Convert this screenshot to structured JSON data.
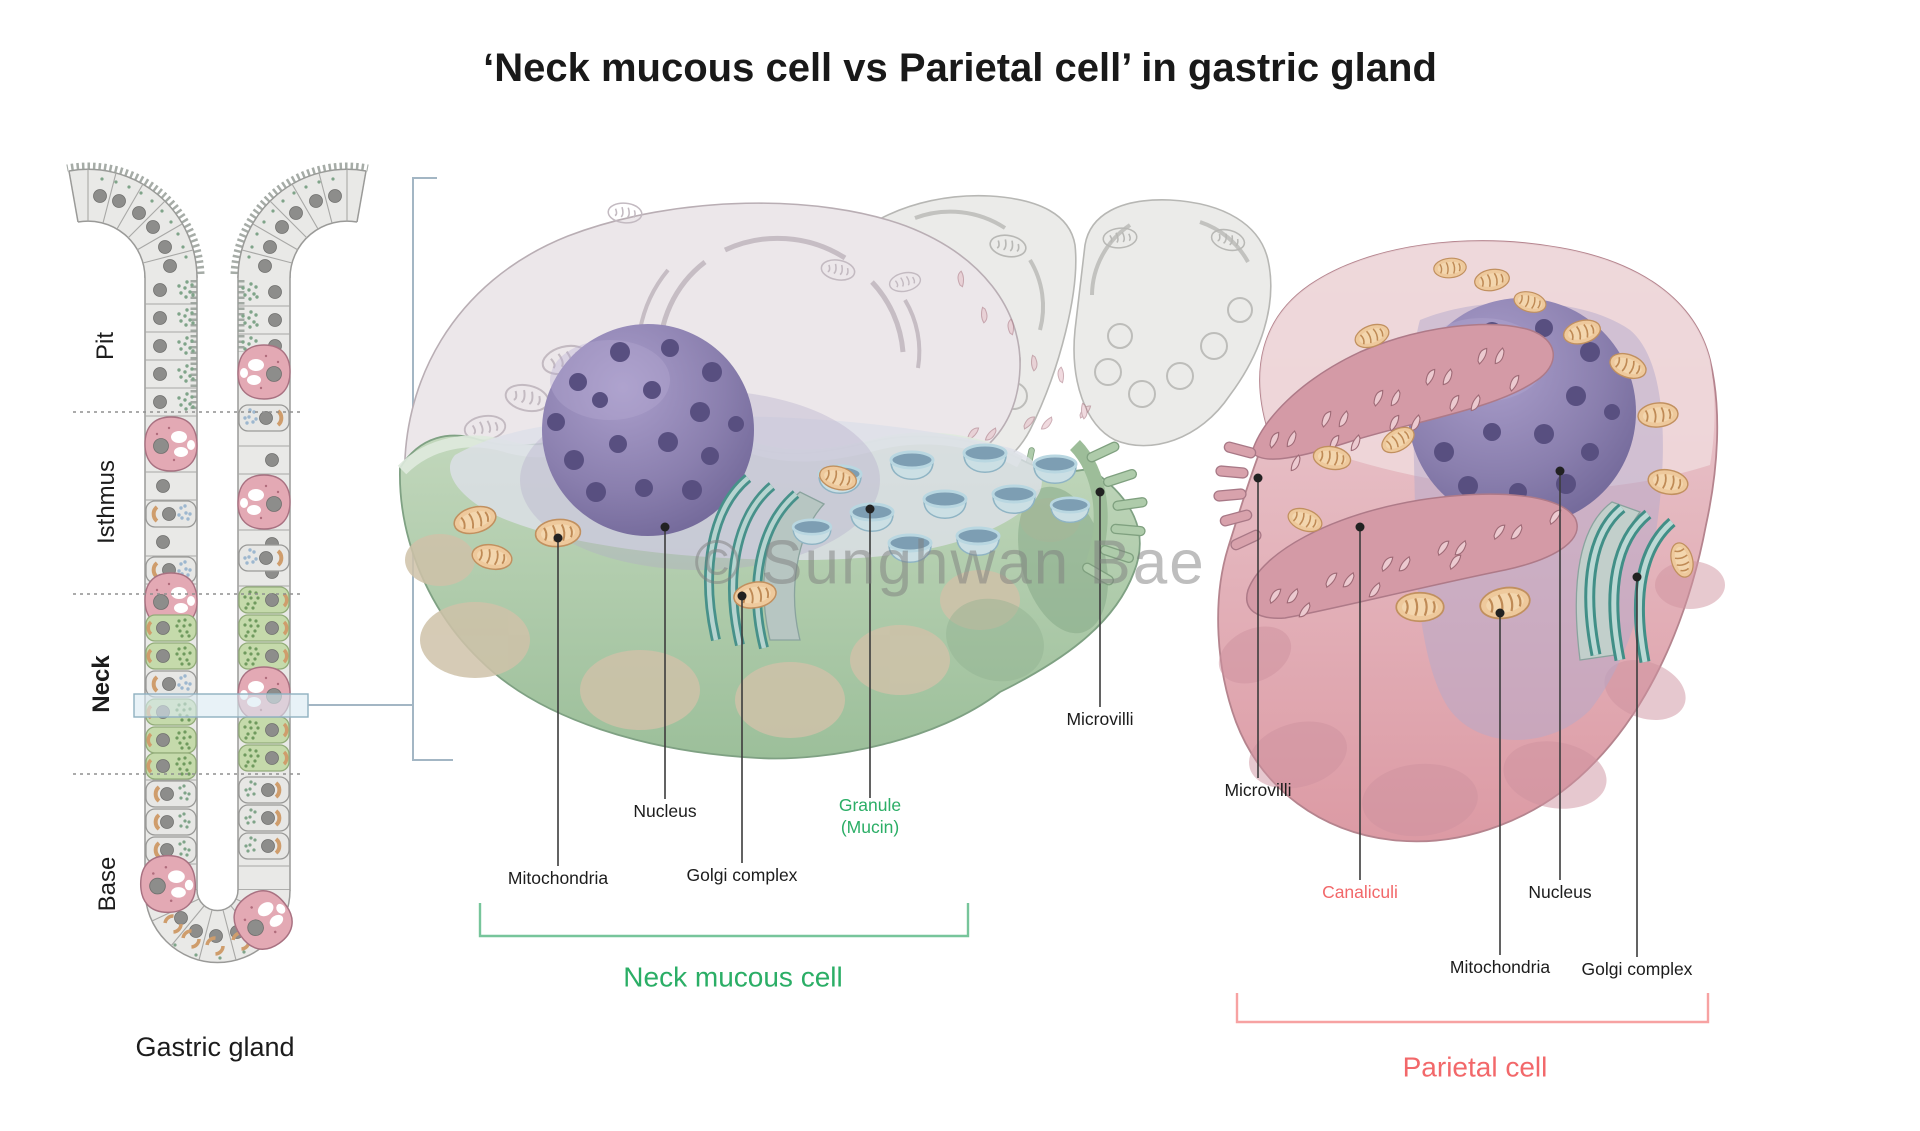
{
  "title": "‘Neck mucous cell vs Parietal cell’ in gastric gland",
  "watermark": "© Sunghwan Bae",
  "gland": {
    "caption": "Gastric gland",
    "regions": [
      {
        "id": "pit",
        "label": "Pit"
      },
      {
        "id": "isthmus",
        "label": "Isthmus"
      },
      {
        "id": "neck",
        "label": "Neck"
      },
      {
        "id": "base",
        "label": "Base"
      }
    ]
  },
  "neck_cell": {
    "name": "Neck mucous cell",
    "accent_color": "#2bae66",
    "labels": {
      "mitochondria": "Mitochondria",
      "nucleus": "Nucleus",
      "golgi": "Golgi complex",
      "granule_line1": "Granule",
      "granule_line2": "(Mucin)",
      "microvilli": "Microvilli"
    }
  },
  "parietal_cell": {
    "name": "Parietal cell",
    "accent_color": "#f2686a",
    "labels": {
      "microvilli": "Microvilli",
      "canaliculi": "Canaliculi",
      "nucleus": "Nucleus",
      "mitochondria": "Mitochondria",
      "golgi": "Golgi complex"
    }
  },
  "colors": {
    "neck_bracket": "#77c59b",
    "parietal_bracket": "#f7a2a2",
    "label_text": "#1c1c1c",
    "granule_label": "#2bae66",
    "canaliculi_label": "#f2686a"
  }
}
